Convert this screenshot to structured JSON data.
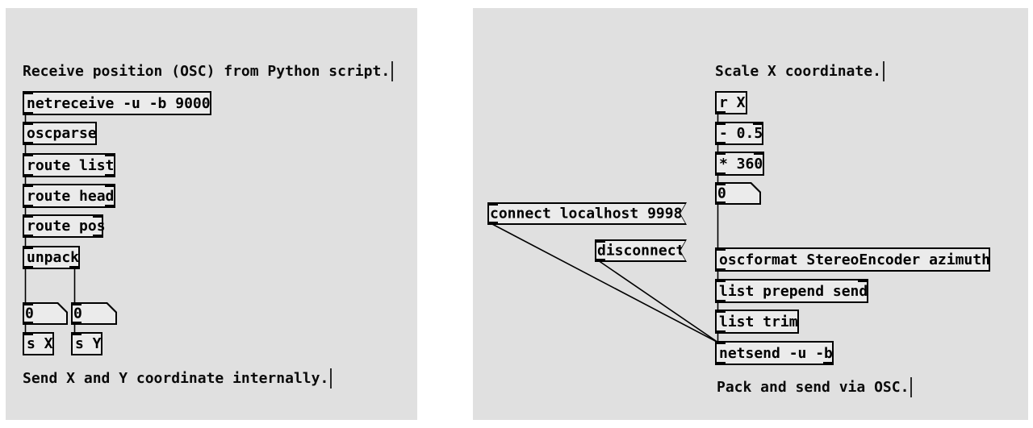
{
  "colors": {
    "page_bg": "#ffffff",
    "canvas_bg": "#e0e0e0",
    "box_fill": "#ebebeb",
    "border": "#000000",
    "wire": "#000000",
    "text": "#000000"
  },
  "left_patch": {
    "comment_top": "Receive position (OSC) from Python script.",
    "comment_bottom": "Send X and Y coordinate internally.",
    "objects": {
      "netreceive": "netreceive -u -b 9000",
      "oscparse": "oscparse",
      "route_list": "route list",
      "route_head": "route head",
      "route_pos": "route pos",
      "unpack": "unpack",
      "number_x_value": "0",
      "number_y_value": "0",
      "send_x": "s X",
      "send_y": "s Y"
    }
  },
  "right_patch": {
    "comment_top": "Scale X coordinate.",
    "comment_bottom": "Pack and send via OSC.",
    "objects": {
      "receive_x": "r X",
      "subtract_half": "- 0.5",
      "multiply_360": "* 360",
      "number_value": "0",
      "connect_message": "connect localhost 9998",
      "disconnect_message": "disconnect",
      "oscformat": "oscformat StereoEncoder azimuth",
      "list_prepend": "list prepend send",
      "list_trim": "list trim",
      "netsend": "netsend -u -b"
    }
  }
}
